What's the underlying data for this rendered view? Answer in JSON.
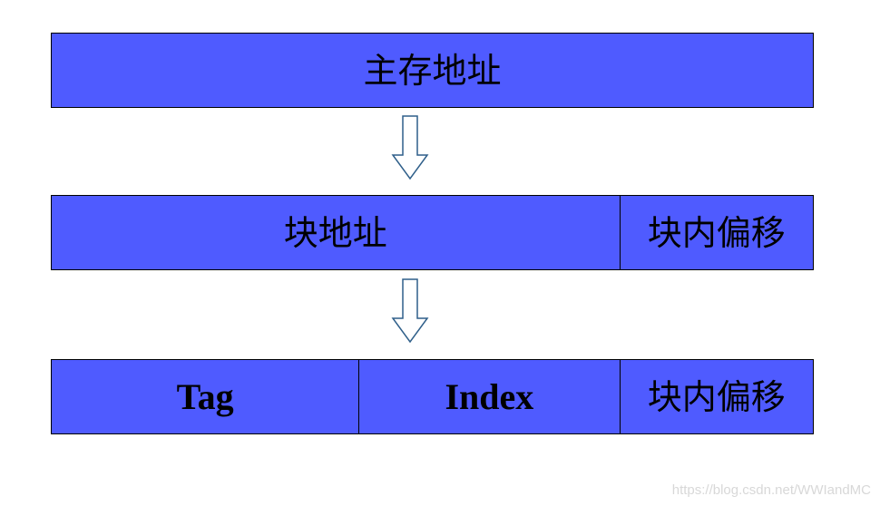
{
  "diagram": {
    "row1": {
      "main_memory_address": "主存地址"
    },
    "row2": {
      "block_address": "块地址",
      "block_offset": "块内偏移"
    },
    "row3": {
      "tag": "Tag",
      "index": "Index",
      "block_offset": "块内偏移"
    },
    "arrows": [
      "down-arrow-icon",
      "down-arrow-icon"
    ],
    "colors": {
      "block_fill": "#4f5bff",
      "border": "#000000",
      "arrow_stroke": "#2f5f8a"
    }
  },
  "watermark": "https://blog.csdn.net/WWIandMC"
}
